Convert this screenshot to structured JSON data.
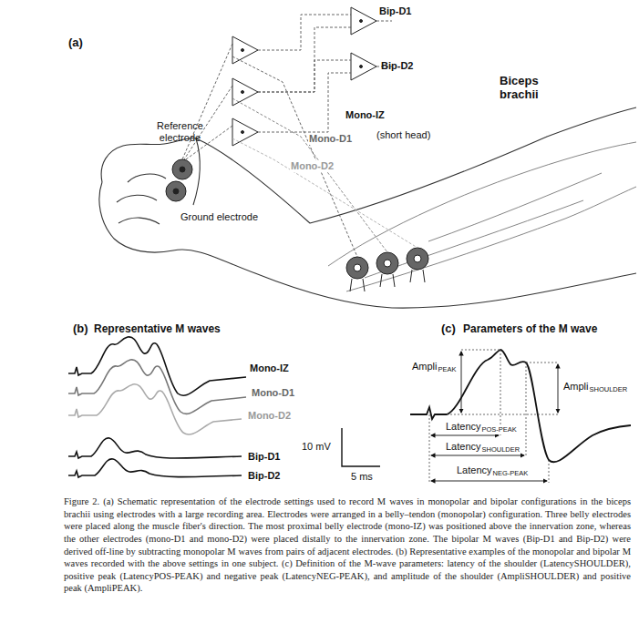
{
  "diagram": {
    "caption": "Figure 2. (a) Schematic representation of the electrode settings used to record M waves in monopolar and bipolar configurations in the biceps brachii using electrodes with a large recording area. Electrodes were arranged in a belly–tendon (monopolar) configuration. Three belly electrodes were placed along the muscle fiber's direction. The most proximal belly electrode (mono-IZ) was positioned above the innervation zone, whereas the other electrodes (mono-D1 and mono-D2) were placed distally to the innervation zone. The bipolar M waves (Bip-D1 and Bip-D2) were derived off-line by subtracting monopolar M waves from pairs of adjacent electrodes. (b) Representative examples of the monopolar and bipolar M waves recorded with the above settings in one subject. (c) Definition of the M-wave parameters: latency of the shoulder (LatencySHOULDER), positive peak (LatencyPOS-PEAK) and negative peak (LatencyNEG-PEAK), and amplitude of the shoulder (AmpliSHOULDER) and positive peak (AmpliPEAK).",
    "labels": [
      "(a)",
      "Bip-D1",
      "Bip-D2",
      "Biceps brachii",
      "Reference electrode",
      "Ground electrode",
      "Mono-IZ",
      "(short head)",
      "Mono-D1",
      "Mono-D2",
      "(b)",
      "Representative M waves",
      "Mono-IZ",
      "Mono-D1",
      "Mono-D2",
      "Bip-D1",
      "Bip-D2",
      "10 mV",
      "5 ms",
      "(c)",
      "Parameters of the M wave",
      "Ampli",
      "PEAK",
      "Ampli",
      "SHOULDER",
      "Latency",
      "POS-PEAK",
      "Latency",
      "SHOULDER",
      "Latency",
      "NEG-PEAK"
    ]
  }
}
